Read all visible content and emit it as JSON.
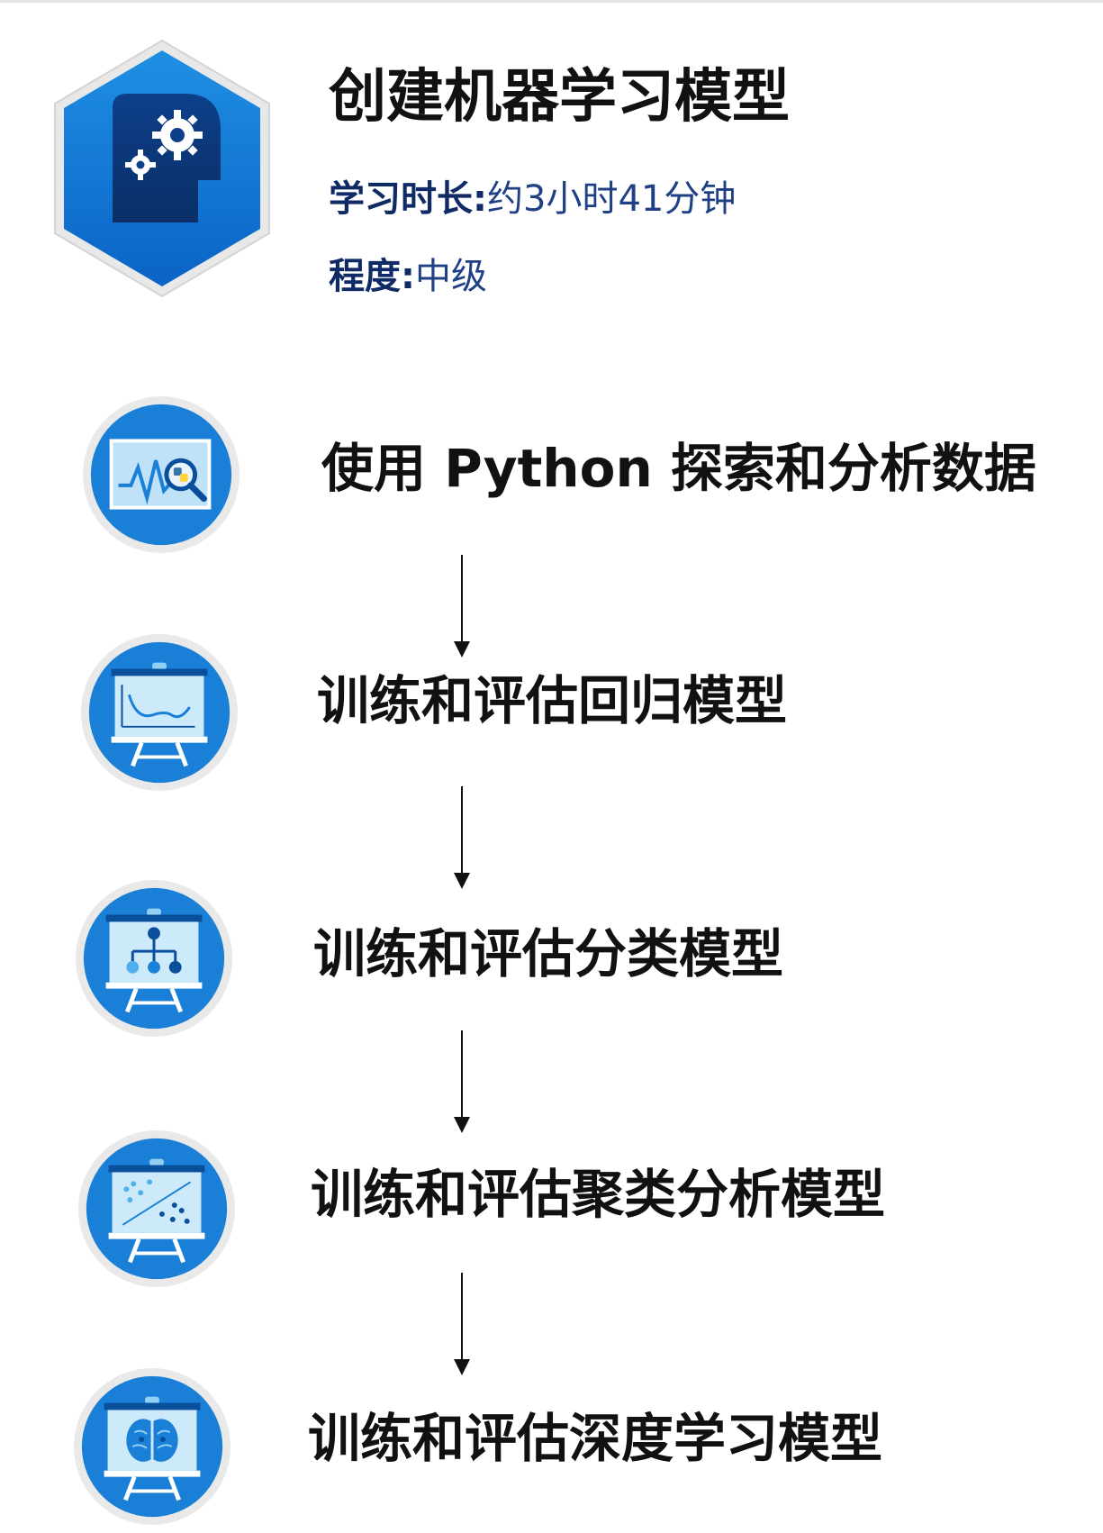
{
  "header": {
    "title": "创建机器学习模型",
    "duration_label": "学习时长:",
    "duration_value": "约3小时41分钟",
    "level_label": "程度:",
    "level_value": "中级",
    "badge_icon": "head-gears-icon"
  },
  "steps": [
    {
      "label": "使用 Python 探索和分析数据",
      "icon": "chart-magnifier-python-icon"
    },
    {
      "label": "训练和评估回归模型",
      "icon": "whiteboard-line-chart-icon"
    },
    {
      "label": "训练和评估分类模型",
      "icon": "whiteboard-tree-icon"
    },
    {
      "label": "训练和评估聚类分析模型",
      "icon": "whiteboard-scatter-icon"
    },
    {
      "label": "训练和评估深度学习模型",
      "icon": "whiteboard-brain-icon"
    }
  ],
  "colors": {
    "accent_blue": "#1a7fd6",
    "dark_blue": "#0f2a64",
    "badge_dark": "#0b3f86"
  }
}
